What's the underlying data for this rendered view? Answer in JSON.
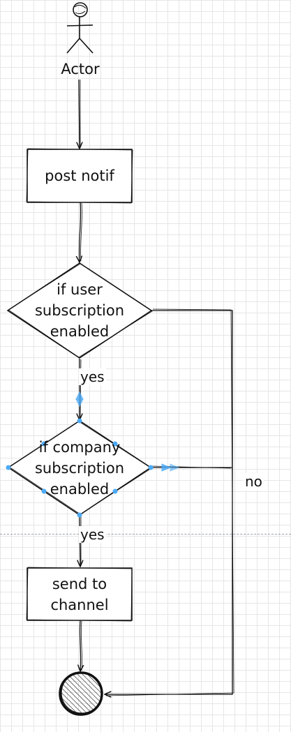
{
  "diagram": {
    "actor": {
      "label": "Actor"
    },
    "nodes": {
      "post_notif": "post notif",
      "user_decision": [
        "if user",
        "subscription",
        "enabled"
      ],
      "company_decision": [
        "if company",
        "subscription",
        "enabled"
      ],
      "send_to_channel": [
        "send to",
        "channel"
      ]
    },
    "edges": {
      "yes_user": "yes",
      "yes_company": "yes",
      "no": "no"
    },
    "colors": {
      "stroke": "#111111",
      "selection": "#4dabf7",
      "grid": "#e6e6e6"
    }
  }
}
